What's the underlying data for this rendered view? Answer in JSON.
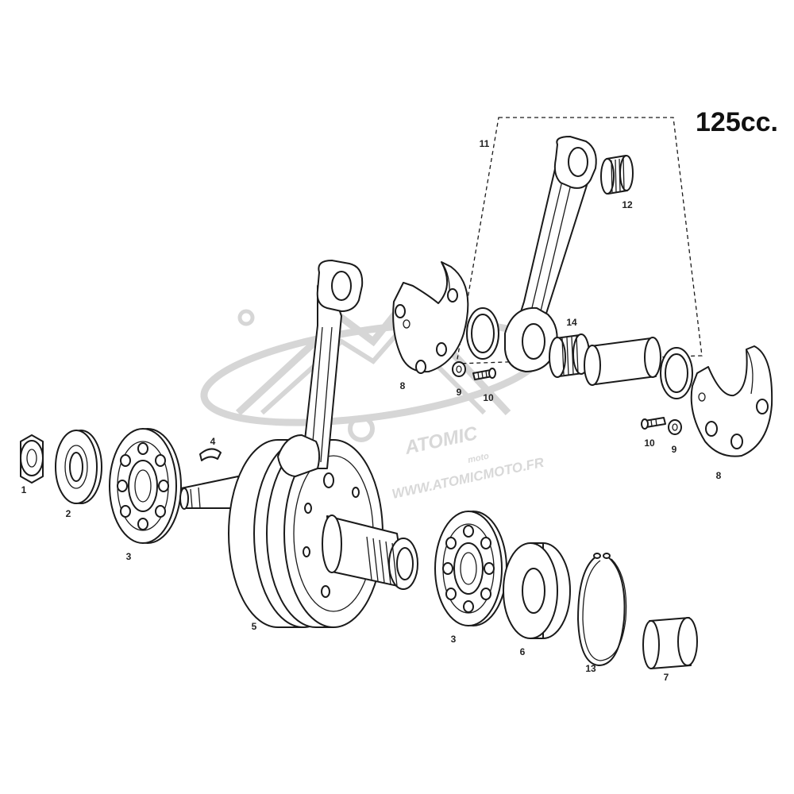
{
  "title": "125cc.",
  "watermark": {
    "logo_text": "ATOMIC",
    "logo_sub": "moto",
    "url": "WWW.ATOMICMOTO.FR"
  },
  "callouts": [
    {
      "id": "c1",
      "label": "1"
    },
    {
      "id": "c2",
      "label": "2"
    },
    {
      "id": "c3a",
      "label": "3"
    },
    {
      "id": "c4",
      "label": "4"
    },
    {
      "id": "c5",
      "label": "5"
    },
    {
      "id": "c3b",
      "label": "3"
    },
    {
      "id": "c6",
      "label": "6"
    },
    {
      "id": "c13",
      "label": "13"
    },
    {
      "id": "c7",
      "label": "7"
    },
    {
      "id": "c8a",
      "label": "8"
    },
    {
      "id": "c9a",
      "label": "9"
    },
    {
      "id": "c10a",
      "label": "10"
    },
    {
      "id": "c11",
      "label": "11"
    },
    {
      "id": "c12",
      "label": "12"
    },
    {
      "id": "c14",
      "label": "14"
    },
    {
      "id": "c10b",
      "label": "10"
    },
    {
      "id": "c9b",
      "label": "9"
    },
    {
      "id": "c8b",
      "label": "8"
    }
  ],
  "colors": {
    "line": "#1a1a1a",
    "watermark": "#d8d8d8",
    "background": "#ffffff"
  }
}
